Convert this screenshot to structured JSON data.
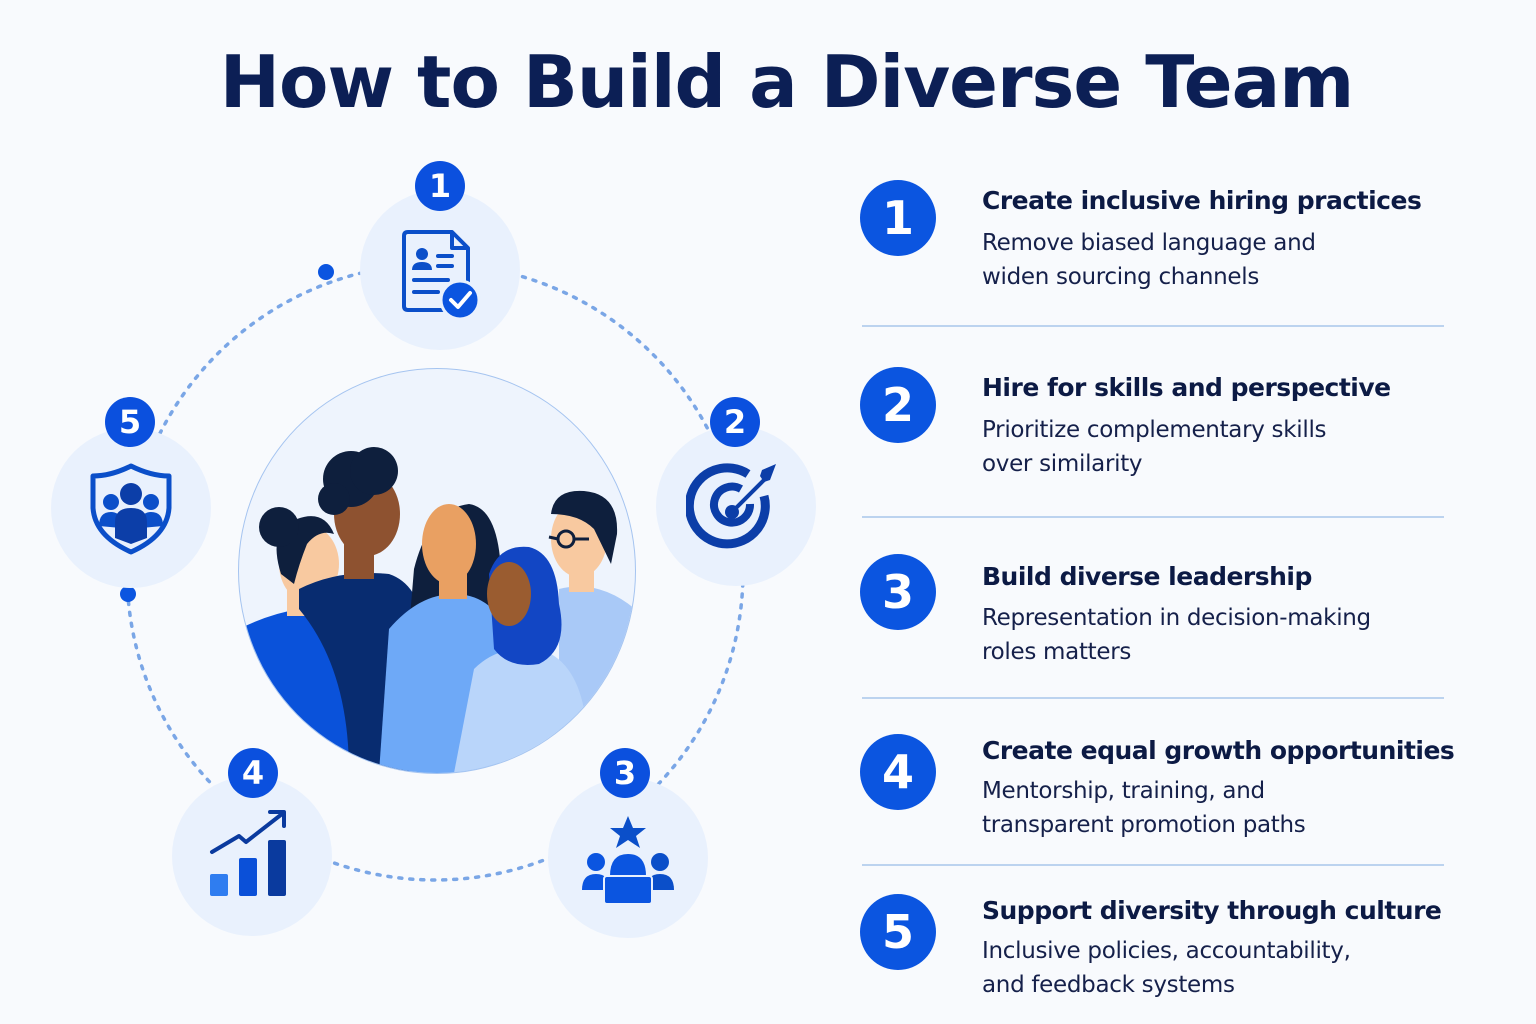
{
  "title": "How to Build a Diverse Team",
  "colors": {
    "primary": "#0b55e0",
    "navy": "#0c1f55",
    "node_bg": "#e9f1fd",
    "orbit_dots": "#7aa6e6",
    "divider": "#bcd3ef"
  },
  "diagram": {
    "center_image": "diverse-team-illustration",
    "nodes": [
      {
        "number": "1",
        "icon": "resume-check-icon"
      },
      {
        "number": "2",
        "icon": "target-arrow-icon"
      },
      {
        "number": "3",
        "icon": "leadership-star-icon"
      },
      {
        "number": "4",
        "icon": "growth-chart-icon"
      },
      {
        "number": "5",
        "icon": "shield-people-icon"
      }
    ]
  },
  "steps": [
    {
      "number": "1",
      "title": "Create inclusive hiring practices",
      "desc_line1": "Remove biased language and",
      "desc_line2": "widen sourcing channels"
    },
    {
      "number": "2",
      "title": "Hire for skills and perspective",
      "desc_line1": "Prioritize complementary skills",
      "desc_line2": "over similarity"
    },
    {
      "number": "3",
      "title": "Build diverse leadership",
      "desc_line1": "Representation in decision-making",
      "desc_line2": "roles matters"
    },
    {
      "number": "4",
      "title": "Create equal growth opportunities",
      "desc_line1": "Mentorship, training, and",
      "desc_line2": "transparent promotion paths"
    },
    {
      "number": "5",
      "title": "Support diversity through culture",
      "desc_line1": "Inclusive policies, accountability,",
      "desc_line2": "and feedback systems"
    }
  ]
}
